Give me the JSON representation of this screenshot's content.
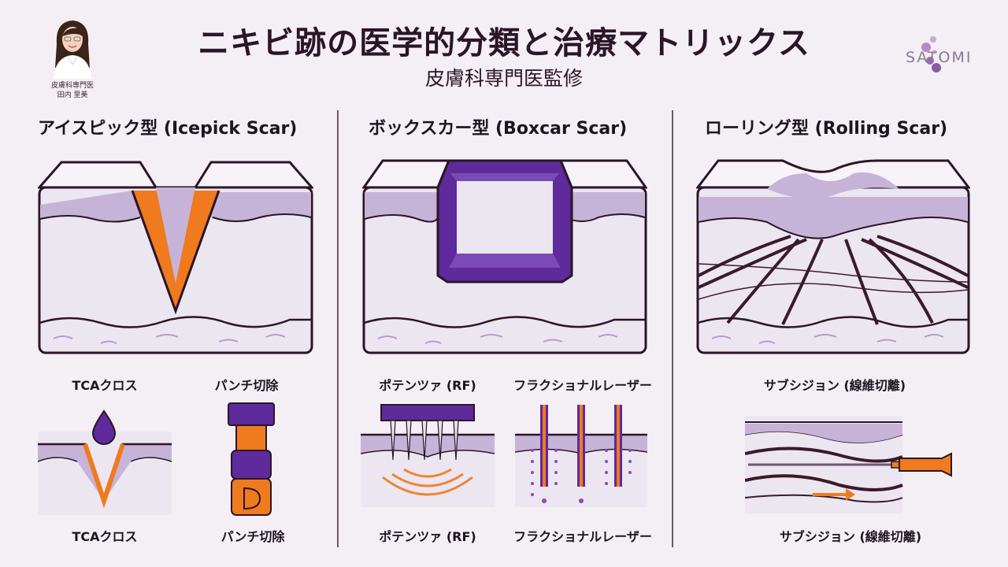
{
  "header": {
    "title": "ニキビ跡の医学的分類と治療マトリックス",
    "subtitle": "皮膚科専門医監修",
    "doctor_caption": [
      "皮膚科専門医",
      "田内 里美"
    ],
    "logo_text": "SATOMI"
  },
  "sections": [
    {
      "heading": "アイスピック型 (Icepick Scar)",
      "treatments": [
        "TCAクロス",
        "パンチ切除"
      ],
      "captions": [
        "TCAクロス",
        "パンチ切除"
      ]
    },
    {
      "heading": "ボックスカー型 (Boxcar Scar)",
      "treatments": [
        "ポテンツァ (RF)",
        "フラクショナルレーザー"
      ],
      "captions": [
        "ポテンツァ (RF)",
        "フラクショナルレーザー"
      ]
    },
    {
      "heading": "ローリング型 (Rolling Scar)",
      "treatments": [
        "サブシジョン (線維切離)"
      ],
      "captions": [
        "サブシジョン (線維切離)"
      ]
    }
  ],
  "colors": {
    "background": "#f3eff5",
    "skin_light": "#ece6f0",
    "skin_mid": "#c6b4d8",
    "purple": "#5e2a9c",
    "orange": "#f07a1e",
    "outline": "#2a1626",
    "fiber": "#3a1a2a"
  },
  "icons": [
    "doctor-photo",
    "satomi-logo-icon",
    "droplet-icon",
    "punch-tool-icon",
    "rf-microneedle-icon",
    "laser-channel-icon",
    "cannula-icon",
    "arrow-right-icon"
  ]
}
